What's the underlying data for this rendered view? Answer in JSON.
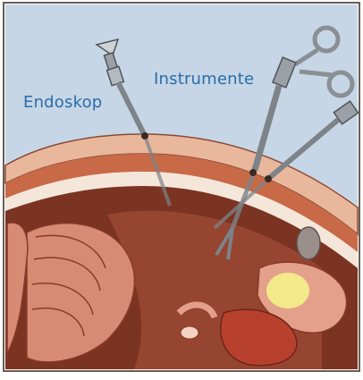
{
  "labels": {
    "endoscope": "Endoskop",
    "instruments": "Instrumente"
  },
  "colors": {
    "sky": "#c6d6e6",
    "label_blue": "#2b6ca8",
    "skin": "#e9b89c",
    "wall": "#c86a47",
    "cavity": "#7b3322",
    "cavity_light": "#a8523a",
    "intestine": "#d88b74",
    "organ_yellow": "#f3e98a",
    "instrument": "#8a8f94"
  },
  "icons": {
    "endoscope": "endoscope-instrument",
    "grasper": "scissor-grasper",
    "probe": "straight-probe"
  }
}
